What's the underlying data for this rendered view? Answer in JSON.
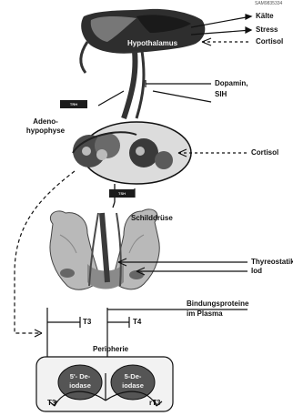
{
  "header": {
    "code": "SAM9835334"
  },
  "inputs": {
    "cold": "Kälte",
    "stress": "Stress",
    "cortisol_top": "Cortisol"
  },
  "hypothalamus": {
    "label": "Hypothalamus"
  },
  "inhibitors": {
    "dopamine": "Dopamin,",
    "sih": "SIH",
    "badge_trh": "TRH"
  },
  "pituitary": {
    "label_line1": "Adeno-",
    "label_line2": "hypophyse",
    "cortisol": "Cortisol",
    "badge_tsh": "TSH"
  },
  "thyroid": {
    "label": "Schilddrüse",
    "thyreostatika": "Thyreostatika",
    "iod": "Iod"
  },
  "transport": {
    "t3": "T3",
    "t4": "T4",
    "binding_line1": "Bindungsproteine",
    "binding_line2": "im Plasma"
  },
  "periphery": {
    "label": "Peripherie",
    "enzyme_left_line1": "5'- De-",
    "enzyme_left_line2": "iodase",
    "enzyme_right_line1": "5-De-",
    "enzyme_right_line2": "iodase",
    "out_left": "T3",
    "out_right": "rT3"
  },
  "colors": {
    "ink": "#111111",
    "gland": "#b9b9b9",
    "gland_dark": "#7a7a7a",
    "box": "#f2f2f2"
  }
}
